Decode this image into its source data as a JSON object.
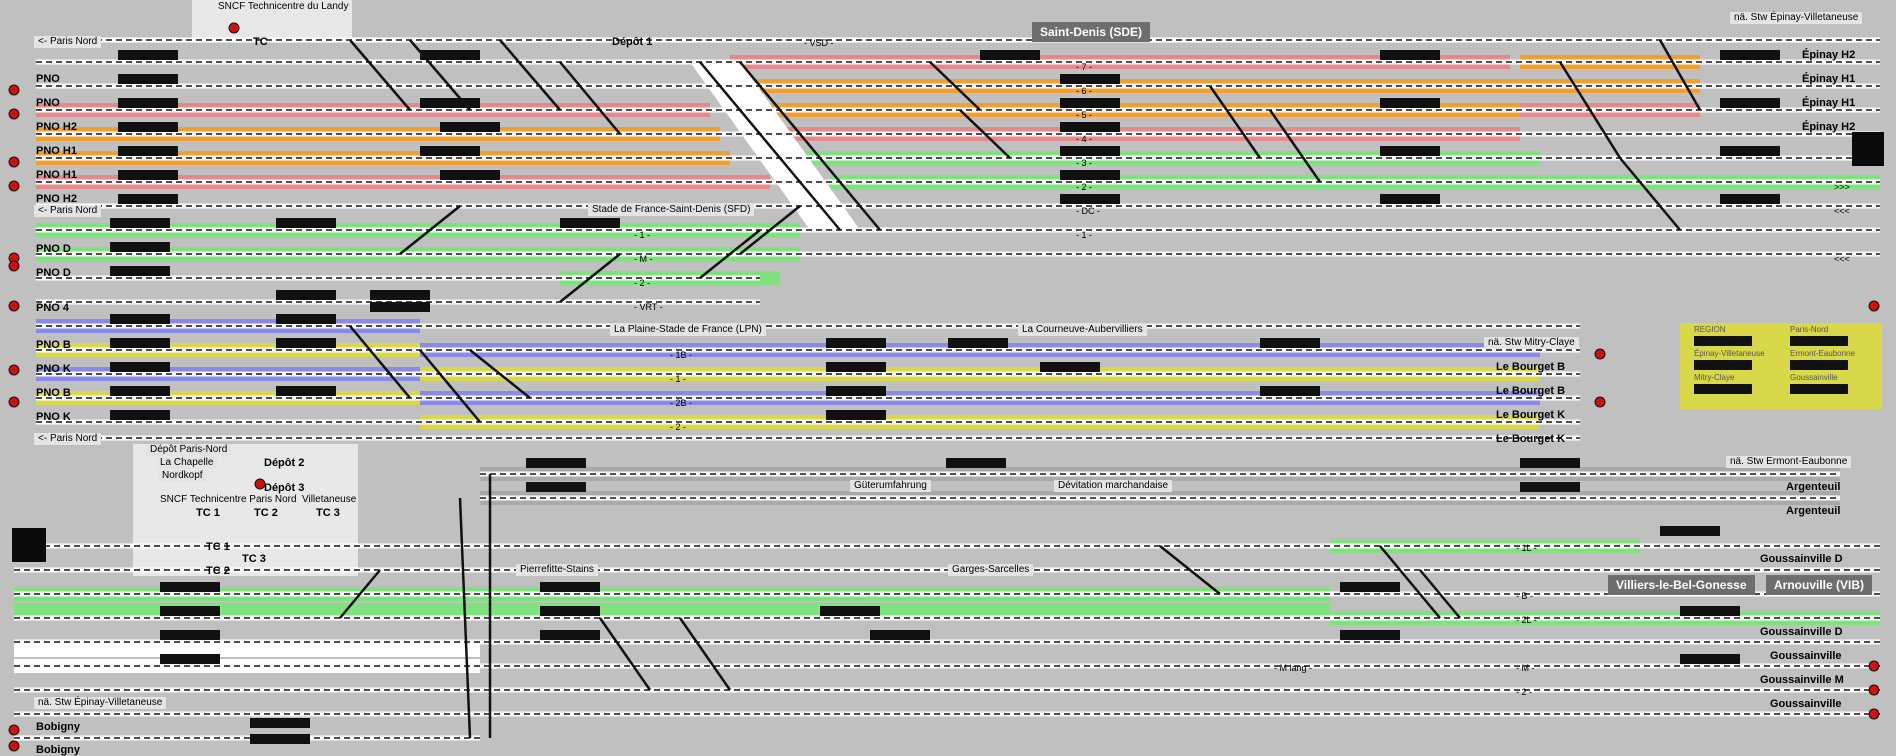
{
  "board": {
    "bg": "#c0c0c0",
    "track_color": "#ffffff",
    "route_colors": {
      "red": "#e58a8a",
      "orange": "#f0a030",
      "green": "#7fe27f",
      "blue": "#8a8ae8",
      "yellow": "#d8d84a",
      "white": "#ffffff",
      "grey": "#a8a8a8"
    }
  },
  "headers": {
    "saint_denis": "Saint-Denis (SDE)",
    "villiers": "Villiers-le-Bel-Gonesse",
    "arnouville": "Arnouville (VIB)"
  },
  "places": {
    "landy": "SNCF Technicentre du Landy",
    "tc": "TC",
    "depot1": "Dépôt 1",
    "stade": "Stade de France-Saint-Denis   (SFD)",
    "plaine": "La Plaine-Stade de France   (LPN)",
    "courneuve": "La Courneuve-Aubervilliers",
    "depot_pn_1": "Dépôt Paris-Nord",
    "depot_pn_2": "La Chapelle",
    "depot_pn_3": "Nordkopf",
    "depot2": "Dépôt 2",
    "depot3": "Dépôt 3",
    "tcpn": "SNCF Technicentre Paris Nord",
    "villetaneuse": "Villetaneuse",
    "tc1a": "TC 1",
    "tc2a": "TC 2",
    "tc3a": "TC 3",
    "tc1b": "TC 1",
    "tc2b": "TC 2",
    "tc3b": "TC 3",
    "pierrefitte": "Pierrefitte-Stains",
    "garges": "Garges-Sarcelles",
    "guterum": "Güterumfahrung",
    "devitation": "Dévitation marchandaise",
    "epinay_top": "nä. Stw Épinay-Villetaneuse",
    "mitry": "nä. Stw Mitry-Claye",
    "ermont": "nä. Stw Ermont-Eaubonne",
    "epinay_bottom": "nä. Stw Épinay-Villetaneuse"
  },
  "left_labels": [
    {
      "text": "<- Paris Nord",
      "bold": false
    },
    {
      "text": "PNO",
      "bold": true
    },
    {
      "text": "PNO",
      "bold": true
    },
    {
      "text": "PNO H2",
      "bold": true
    },
    {
      "text": "PNO H1",
      "bold": true
    },
    {
      "text": "PNO H1",
      "bold": true
    },
    {
      "text": "PNO H2",
      "bold": true
    },
    {
      "text": "<- Paris Nord",
      "bold": false
    },
    {
      "text": "PNO D",
      "bold": true
    },
    {
      "text": "PNO D",
      "bold": true
    },
    {
      "text": "PNO 4",
      "bold": true
    },
    {
      "text": "PNO B",
      "bold": true
    },
    {
      "text": "PNO K",
      "bold": true
    },
    {
      "text": "PNO B",
      "bold": true
    },
    {
      "text": "PNO K",
      "bold": true
    },
    {
      "text": "<- Paris Nord",
      "bold": false
    },
    {
      "text": "Bobigny",
      "bold": true
    },
    {
      "text": "Bobigny",
      "bold": true
    }
  ],
  "right_labels": [
    {
      "text": "Épinay H2"
    },
    {
      "text": "Épinay H1"
    },
    {
      "text": "Épinay H1"
    },
    {
      "text": "Épinay H2"
    },
    {
      "text": "Le Bourget B"
    },
    {
      "text": "Le Bourget B"
    },
    {
      "text": "Le Bourget K"
    },
    {
      "text": "Le Bourget K"
    },
    {
      "text": "Argenteuil"
    },
    {
      "text": "Argenteuil"
    },
    {
      "text": "Goussainville D"
    },
    {
      "text": "Goussainville D"
    },
    {
      "text": "Goussainville"
    },
    {
      "text": "Goussainville M"
    },
    {
      "text": "Goussainville"
    }
  ],
  "track_numbers": {
    "vsd": "- VSD -",
    "t7": "- 7 -",
    "t6": "- 6 -",
    "t5": "- 5 -",
    "t4": "- 4 -",
    "t3": "- 3 -",
    "t2": "- 2 -",
    "dc": "- DC -",
    "t1": "- 1 -",
    "sfd1": "- 1 -",
    "sfdm": "- M -",
    "sfd2": "- 2 -",
    "vrt": "- VRT -",
    "l1b": "- 1B -",
    "l1": "- 1 -",
    "l2b": "- 2B -",
    "l2": "- 2 -",
    "g1l": "- 1L -",
    "gb": "- B -",
    "g2l": "- 2L -",
    "mlang": "- M lang -",
    "gm": "- M -",
    "g2": "- 2 -",
    "arrows_r": ">>>",
    "arrows_l": "<<<"
  },
  "legend": {
    "region": "REGION",
    "paris_nord": "Paris-Nord",
    "epinay": "Épinay-Villetaneuse",
    "ermont": "Ermont-Eaubonne",
    "mitry": "Mitry-Claye",
    "goussainville": "Goussainville"
  }
}
